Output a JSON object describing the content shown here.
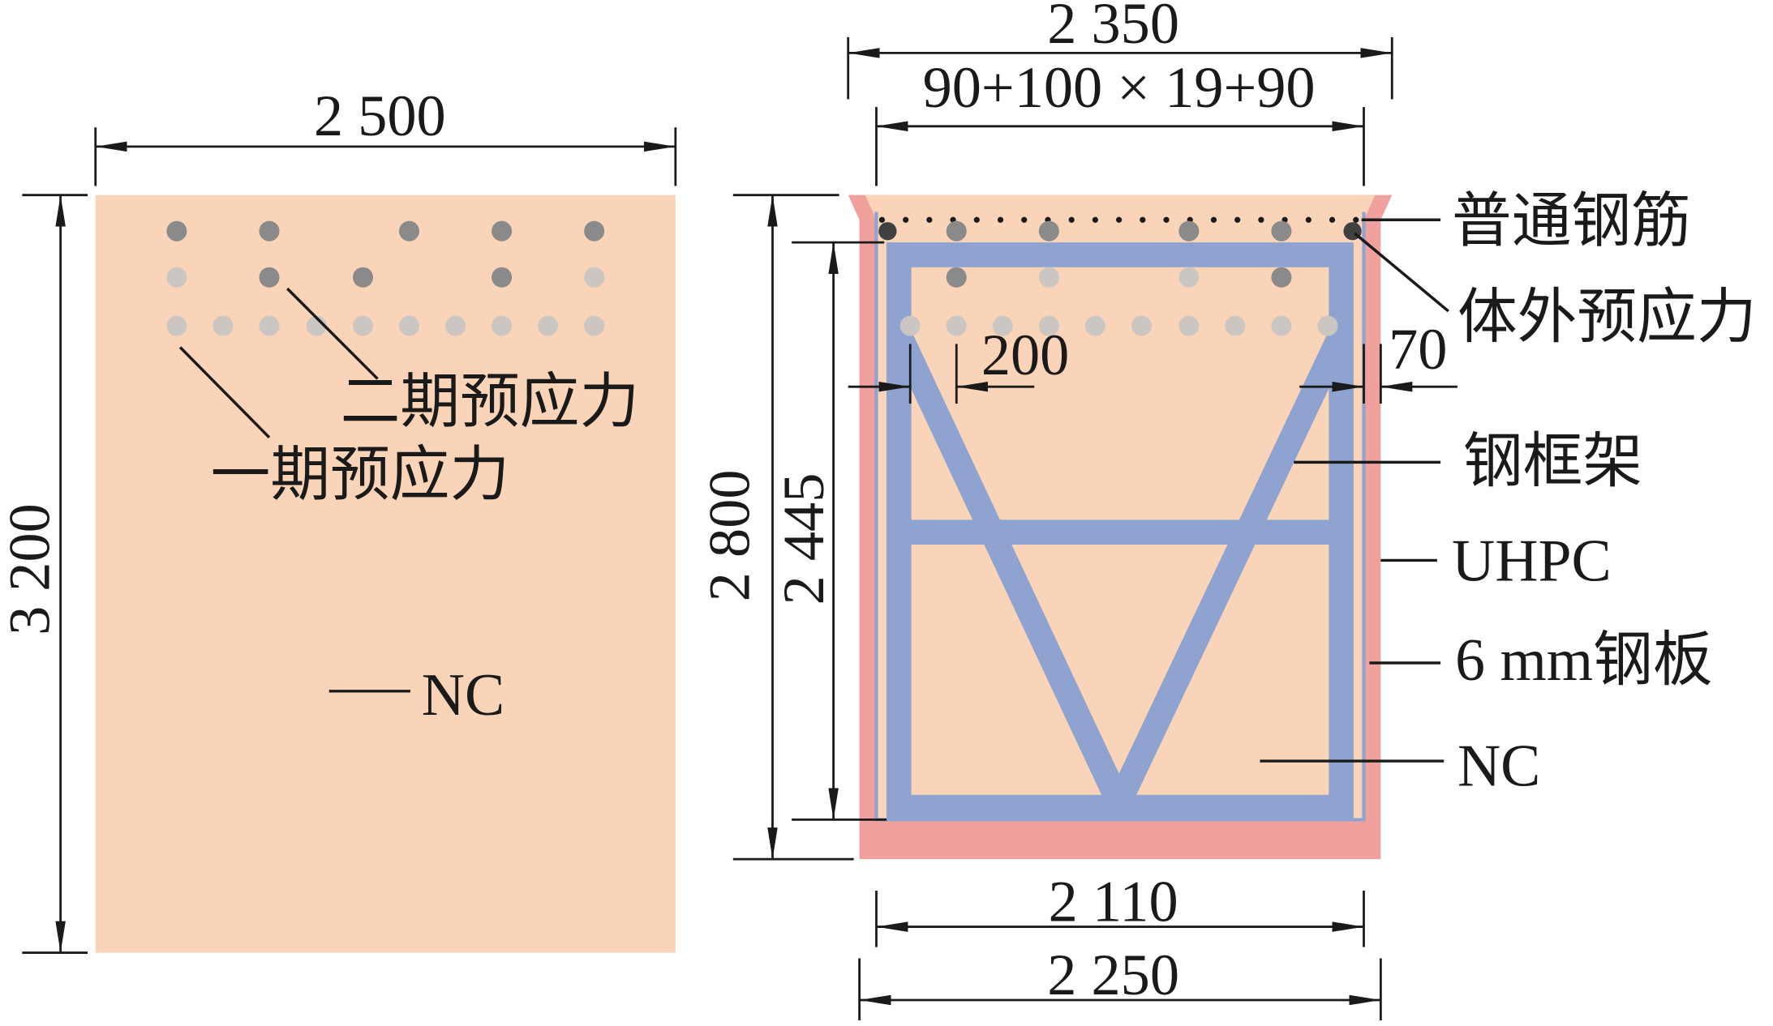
{
  "left_section": {
    "width_dim": "2 500",
    "height_dim": "3 200",
    "labels": {
      "second_stage_prestress": "二期预应力",
      "first_stage_prestress": "一期预应力",
      "nc": "NC"
    }
  },
  "right_section": {
    "top_width_dim": "2 350",
    "rebar_spacing_dim": "90+100 × 19+90",
    "height_dim": "2 800",
    "frame_height_dim": "2 445",
    "diagonal_offset_dim": "200",
    "side_thickness_dim": "70",
    "inner_width_dim": "2 110",
    "bottom_width_dim": "2 250",
    "labels": {
      "ordinary_rebar": "普通钢筋",
      "external_prestress": "体外预应力",
      "steel_frame": "钢框架",
      "uhpc": "UHPC",
      "steel_plate": "6 mm钢板",
      "nc": "NC"
    }
  },
  "colors": {
    "nc_concrete": "#FAD4B8",
    "uhpc": "#F1A19D",
    "steel_frame": "#8EA3CF",
    "tendon_dark": "#8A8A8A",
    "tendon_light": "#CBC6C2",
    "rebar": "#1A1A1A",
    "external_prestress": "#404040",
    "ink": "#1A1A1A"
  }
}
